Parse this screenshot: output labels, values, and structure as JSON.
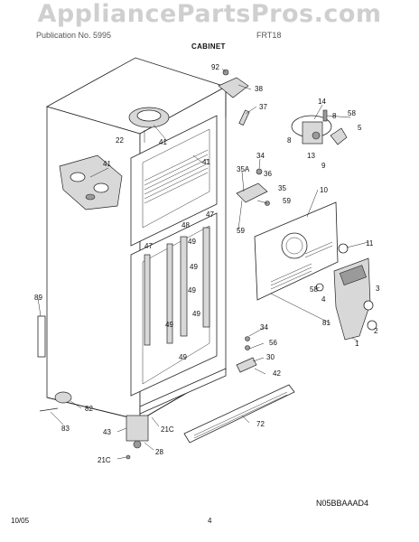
{
  "watermark": "AppliancePartsPros.com",
  "header": {
    "left_text": "Publication No. 5995",
    "right_text": "FRT18",
    "section_title": "CABINET"
  },
  "diagram_code": "N05BBAAAD4",
  "footer": {
    "date": "10/05",
    "page": "4"
  },
  "part_labels": [
    "92",
    "38",
    "37",
    "14",
    "58",
    "8",
    "5",
    "8",
    "13",
    "9",
    "22",
    "41",
    "41",
    "41",
    "34",
    "35A",
    "36",
    "35",
    "10",
    "59",
    "59",
    "48",
    "47",
    "47",
    "49",
    "49",
    "49",
    "49",
    "49",
    "49",
    "11",
    "89",
    "58",
    "4",
    "3",
    "2",
    "81",
    "1",
    "34",
    "56",
    "30",
    "42",
    "82",
    "83",
    "21C",
    "72",
    "43",
    "28",
    "21C"
  ]
}
